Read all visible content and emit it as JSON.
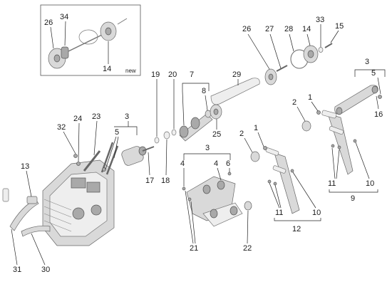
{
  "callouts": {
    "c1a": "1",
    "c1b": "1",
    "c2a": "2",
    "c2b": "2",
    "c3a": "3",
    "c3b": "3",
    "c3c": "3",
    "c4a": "4",
    "c4b": "4",
    "c5a": "5",
    "c5b": "5",
    "c6": "6",
    "c7": "7",
    "c8": "8",
    "c9": "9",
    "c10a": "10",
    "c10b": "10",
    "c11a": "11",
    "c11b": "11",
    "c12": "12",
    "c13": "13",
    "c14a": "14",
    "c14b": "14",
    "c15": "15",
    "c16": "16",
    "c17": "17",
    "c18": "18",
    "c19": "19",
    "c20": "20",
    "c21": "21",
    "c22": "22",
    "c23": "23",
    "c24": "24",
    "c25": "25",
    "c26a": "26",
    "c26b": "26",
    "c27": "27",
    "c28": "28",
    "c29": "29",
    "c30": "30",
    "c31": "31",
    "c32": "32",
    "c33": "33",
    "c34": "34"
  },
  "inset": {
    "tag": "new"
  }
}
